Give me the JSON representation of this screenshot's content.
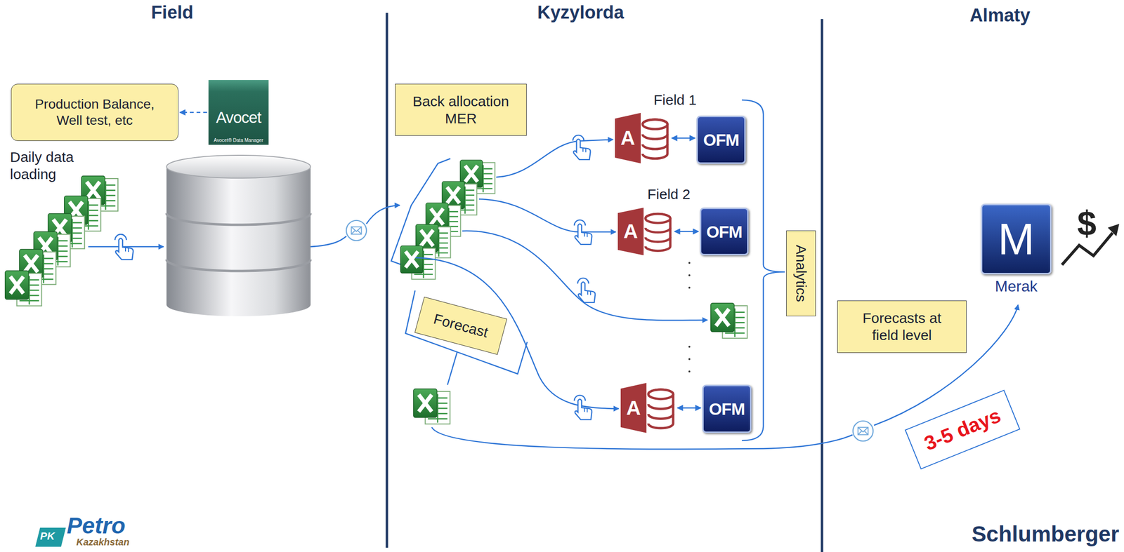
{
  "diagram": {
    "nodes": [
      {
        "text": [
          "Production Balance, Well test, etc"
        ]
      },
      {
        "text": [
          "Avocet",
          "Avocet® Data Manager"
        ]
      },
      {
        "text": [
          "Back allocation MER"
        ]
      },
      {
        "text": [
          "A"
        ]
      },
      {
        "text": [
          "OFM"
        ]
      },
      {
        "text": [
          "A"
        ]
      },
      {
        "text": [
          "OFM"
        ]
      },
      {
        "text": [
          "A"
        ]
      },
      {
        "text": [
          "OFM"
        ]
      },
      {
        "text": [
          "Analytics"
        ]
      },
      {
        "text": [
          "Forecast"
        ]
      },
      {
        "text": [
          "Forecasts at field level"
        ]
      },
      {
        "text": [
          "M",
          "Merak"
        ]
      },
      {
        "text": [
          "3-5 days"
        ]
      }
    ],
    "edges": [
      {
        "from": 1,
        "to": 0,
        "arrow": "to"
      },
      {
        "from": 3,
        "to": 4,
        "arrow": "both"
      },
      {
        "from": 5,
        "to": 6,
        "arrow": "both"
      },
      {
        "from": 7,
        "to": 8,
        "arrow": "both"
      }
    ],
    "labels": [
      "Field",
      "Kyzylorda",
      "Almaty",
      "Daily data loading",
      "Field 1",
      "Field 2",
      "PK",
      "Petro",
      "Kazakhstan",
      "$",
      "Schlumberger"
    ]
  }
}
